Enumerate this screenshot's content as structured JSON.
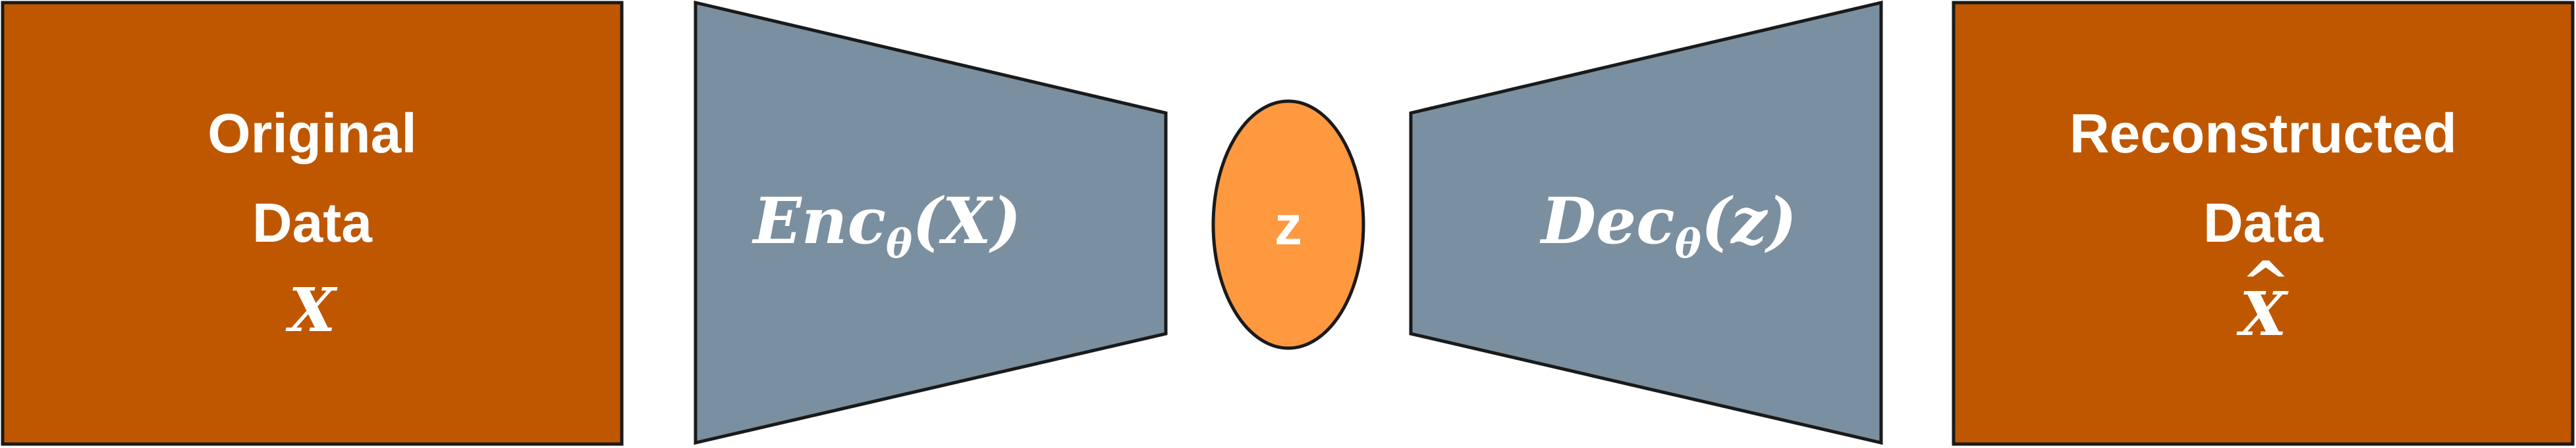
{
  "colors": {
    "data_box_fill": "#bf5700",
    "network_fill": "#7a8f9f",
    "latent_fill": "#ff9940",
    "stroke": "#1a1a1a",
    "text": "#ffffff"
  },
  "input_block": {
    "line1": "Original",
    "line2": "Data",
    "symbol": "X"
  },
  "encoder": {
    "name": "Enc",
    "subscript": "θ",
    "argument": "(X)"
  },
  "latent": {
    "label": "z"
  },
  "decoder": {
    "name": "Dec",
    "subscript": "θ",
    "argument": "(z)"
  },
  "output_block": {
    "line1": "Reconstructed",
    "line2": "Data",
    "symbol": "X",
    "hat": "^"
  }
}
